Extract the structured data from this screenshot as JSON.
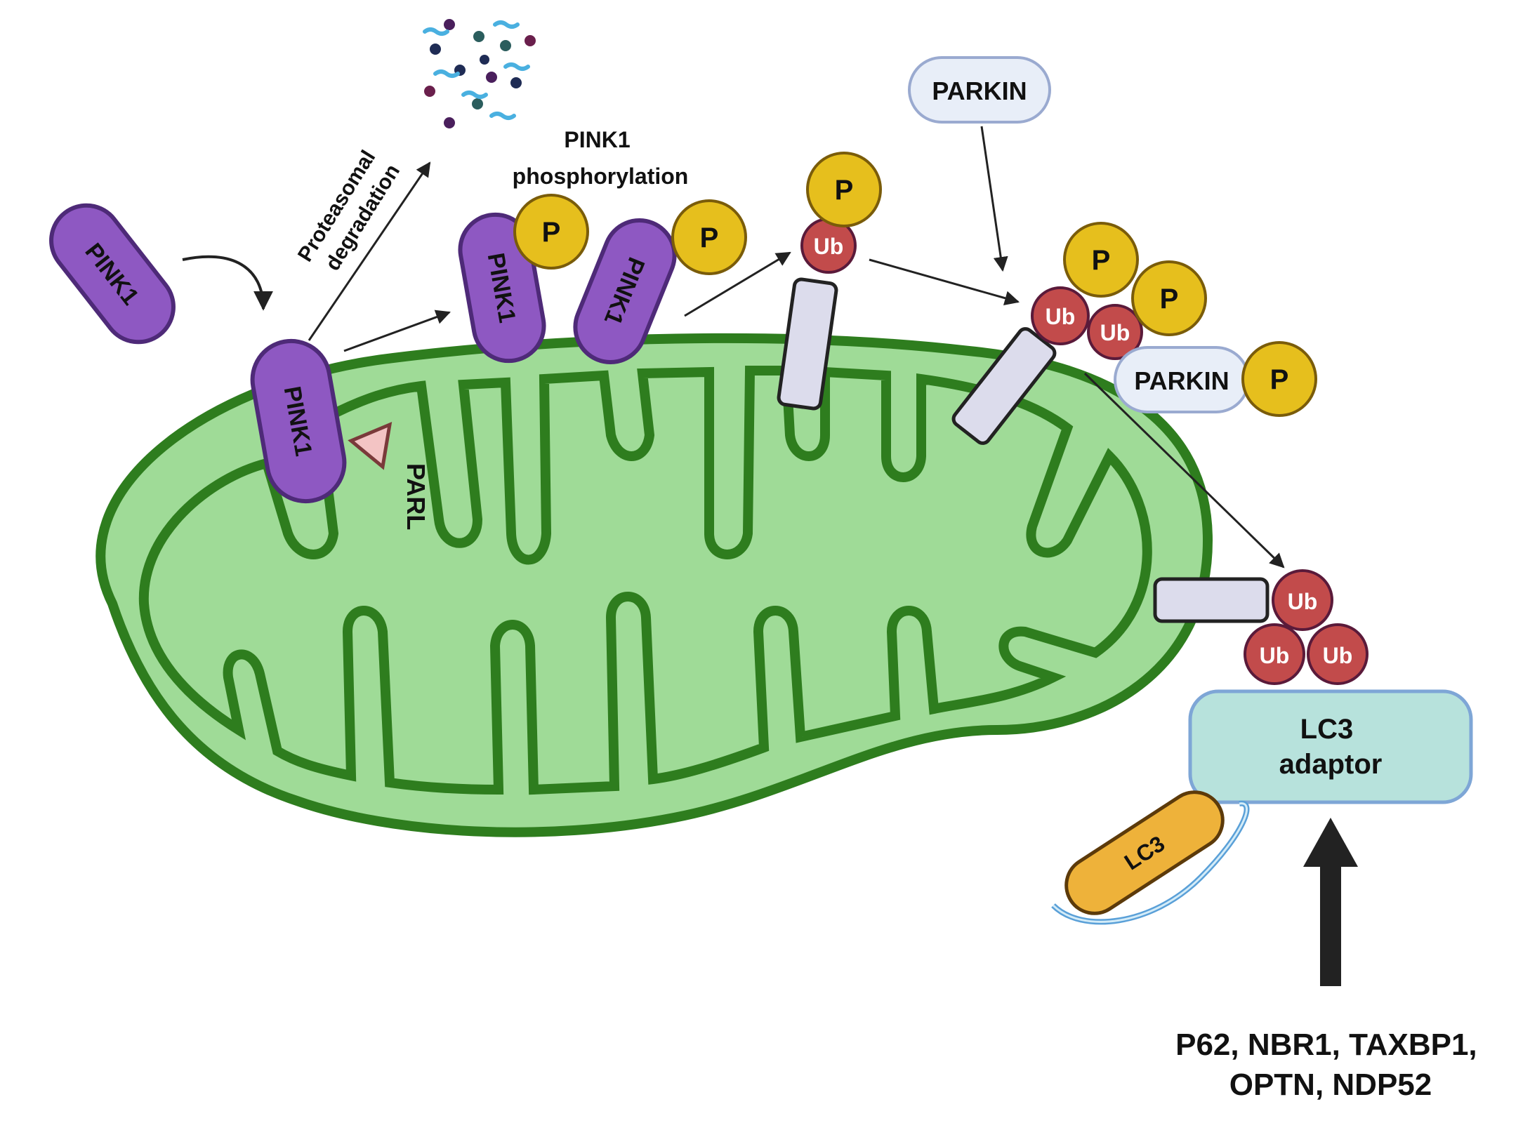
{
  "labels": {
    "pink1": "PINK1",
    "proteasomal_degradation_line1": "Proteasomal",
    "proteasomal_degradation_line2": "degradation",
    "pink1_phosphorylation_line1": "PINK1",
    "pink1_phosphorylation_line2": "phosphorylation",
    "phospho": "P",
    "ubiquitin": "Ub",
    "parkin": "PARKIN",
    "parl": "PARL",
    "lc3_adaptor_line1": "LC3",
    "lc3_adaptor_line2": "adaptor",
    "lc3": "LC3",
    "adaptors_line1": "P62, NBR1, TAXBP1,",
    "adaptors_line2": "OPTN, NDP52"
  },
  "colors": {
    "mito_outer": "#2e7d1e",
    "mito_fill": "#9fdb97",
    "pink1": "#8e58c2",
    "pink1_stroke": "#4e2a78",
    "phospho": "#e6bf1d",
    "phospho_stroke": "#7a5c0a",
    "ubiquitin": "#c24b4b",
    "ubiquitin_stroke": "#5a1a3a",
    "receptor": "#dcdcec",
    "parkin_fill": "#e8eef8",
    "parkin_stroke": "#9aaad0",
    "lc3_adaptor_fill": "#b7e2dc",
    "lc3_fill": "#eeb23a",
    "parl": "#f3c4c4"
  }
}
